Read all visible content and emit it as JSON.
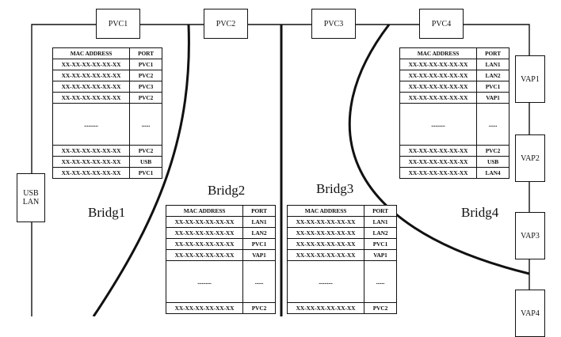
{
  "ports_top": [
    "PVC1",
    "PVC2",
    "PVC3",
    "PVC4"
  ],
  "usb_lan": "USB\nLAN",
  "vaps": [
    "VAP1",
    "VAP2",
    "VAP3",
    "VAP4"
  ],
  "bridges": [
    "Bridg1",
    "Bridg2",
    "Bridg3",
    "Bridg4"
  ],
  "tables": [
    {
      "headers": [
        "MAC ADDRESS",
        "PORT"
      ],
      "rows": [
        [
          "XX-XX-XX-XX-XX-XX",
          "PVC1"
        ],
        [
          "XX-XX-XX-XX-XX-XX",
          "PVC2"
        ],
        [
          "XX-XX-XX-XX-XX-XX",
          "PVC3"
        ],
        [
          "XX-XX-XX-XX-XX-XX",
          "PVC2"
        ],
        [
          "..........",
          "......"
        ],
        [
          "XX-XX-XX-XX-XX-XX",
          "PVC2"
        ],
        [
          "XX-XX-XX-XX-XX-XX",
          "USB"
        ],
        [
          "XX-XX-XX-XX-XX-XX",
          "PVC1"
        ]
      ]
    },
    {
      "headers": [
        "MAC ADDRESS",
        "PORT"
      ],
      "rows": [
        [
          "XX-XX-XX-XX-XX-XX",
          "LAN1"
        ],
        [
          "XX-XX-XX-XX-XX-XX",
          "LAN2"
        ],
        [
          "XX-XX-XX-XX-XX-XX",
          "PVC1"
        ],
        [
          "XX-XX-XX-XX-XX-XX",
          "VAP1"
        ],
        [
          "..........",
          "......"
        ],
        [
          "XX-XX-XX-XX-XX-XX",
          "PVC2"
        ]
      ]
    },
    {
      "headers": [
        "MAC ADDRESS",
        "PORT"
      ],
      "rows": [
        [
          "XX-XX-XX-XX-XX-XX",
          "LAN1"
        ],
        [
          "XX-XX-XX-XX-XX-XX",
          "LAN2"
        ],
        [
          "XX-XX-XX-XX-XX-XX",
          "PVC1"
        ],
        [
          "XX-XX-XX-XX-XX-XX",
          "VAP1"
        ],
        [
          "..........",
          "......"
        ],
        [
          "XX-XX-XX-XX-XX-XX",
          "PVC2"
        ]
      ]
    },
    {
      "headers": [
        "MAC ADDRESS",
        "PORT"
      ],
      "rows": [
        [
          "XX-XX-XX-XX-XX-XX",
          "LAN1"
        ],
        [
          "XX-XX-XX-XX-XX-XX",
          "LAN2"
        ],
        [
          "XX-XX-XX-XX-XX-XX",
          "PVC1"
        ],
        [
          "XX-XX-XX-XX-XX-XX",
          "VAP1"
        ],
        [
          "..........",
          "......"
        ],
        [
          "XX-XX-XX-XX-XX-XX",
          "PVC2"
        ],
        [
          "XX-XX-XX-XX-XX-XX",
          "USB"
        ],
        [
          "XX-XX-XX-XX-XX-XX",
          "LAN4"
        ]
      ]
    }
  ]
}
